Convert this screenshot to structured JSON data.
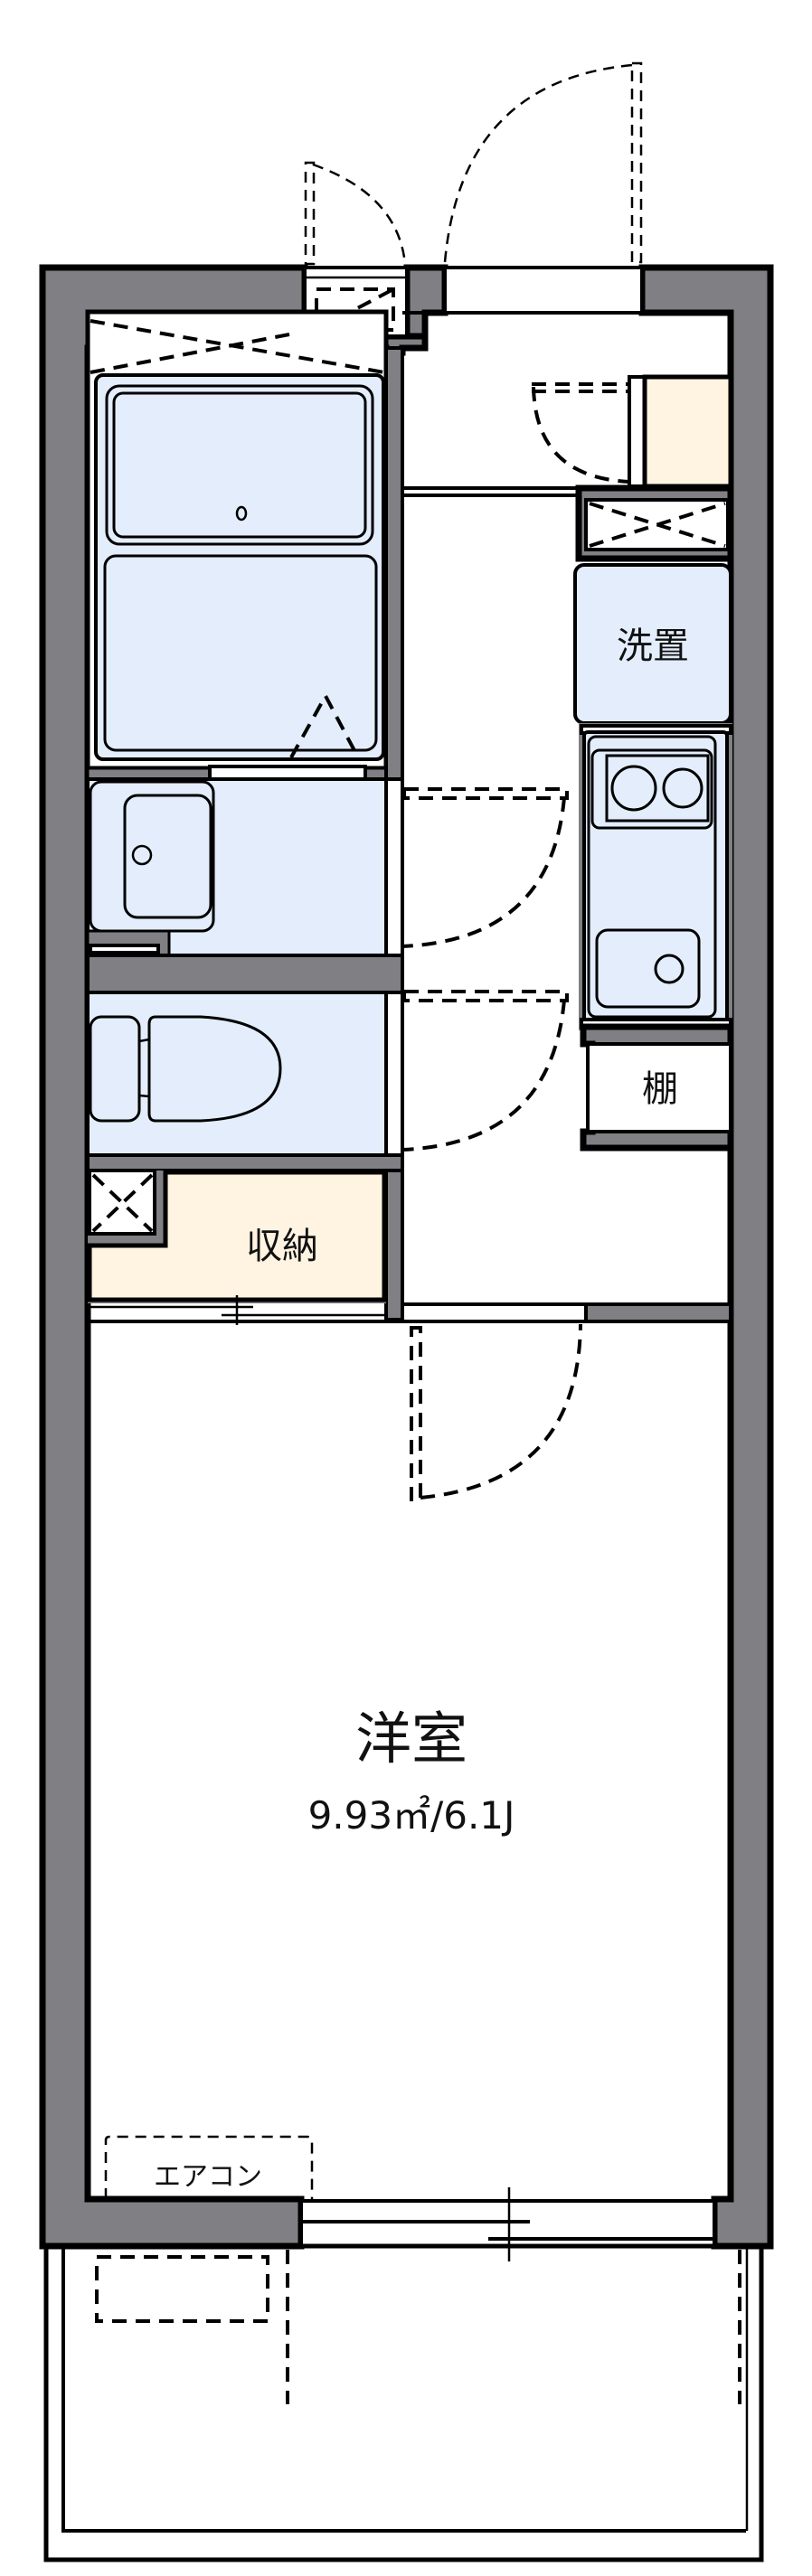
{
  "floor_plan": {
    "rooms": {
      "western_room": {
        "label": "洋室",
        "area": "9.93㎡/6.1J"
      },
      "washer_space": {
        "label": "洗置"
      },
      "shelf": {
        "label": "棚"
      },
      "closet": {
        "label": "収納"
      },
      "air_conditioner": {
        "label": "エアコン"
      }
    },
    "colors": {
      "wall": "#807f84",
      "wet_area": "#e3edfb",
      "storage": "#fff4e2",
      "line": "#000000"
    }
  }
}
